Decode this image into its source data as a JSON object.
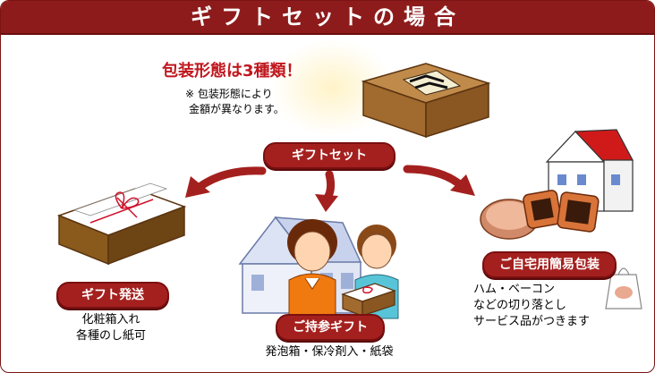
{
  "header": {
    "title": "ギフトセットの場合"
  },
  "packaging": {
    "headline": "包装形態は3種類！",
    "note_line1": "※ 包装形態により",
    "note_line2": "金額が異なります。"
  },
  "center": {
    "label": "ギフトセット"
  },
  "options": [
    {
      "label": "ギフト発送",
      "line1": "化粧箱入れ",
      "line2": "各種のし紙可"
    },
    {
      "label": "ご持参ギフト",
      "line1": "発泡箱・保冷剤入・紙袋"
    },
    {
      "label": "ご自宅用簡易包装",
      "line1": "ハム・ベーコン",
      "line2": "などの切り落とし",
      "line3": "サービス品がつきます"
    }
  ],
  "colors": {
    "header_bg": "#8e1b1b",
    "pill_bg": "#a4201e",
    "headline": "#c0171e",
    "box": "#a16a2e"
  }
}
